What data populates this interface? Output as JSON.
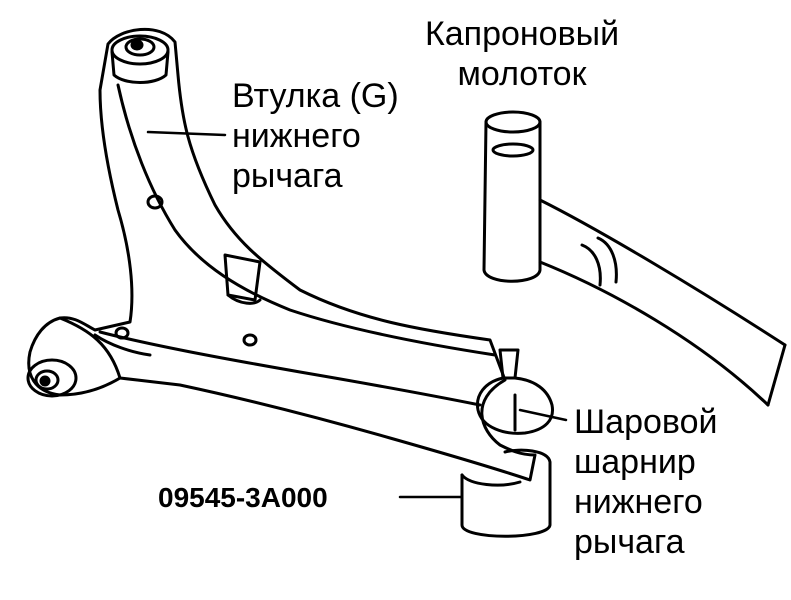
{
  "labels": {
    "bushing": [
      "Втулка (G)",
      "нижнего",
      "рычага"
    ],
    "hammer": [
      "Капроновый",
      "молоток"
    ],
    "ball_joint": [
      "Шаровой",
      "шарнир",
      "нижнего",
      "рычага"
    ],
    "tool_code": "09545-3A000"
  },
  "colors": {
    "ink": "#000000",
    "background": "#ffffff"
  }
}
